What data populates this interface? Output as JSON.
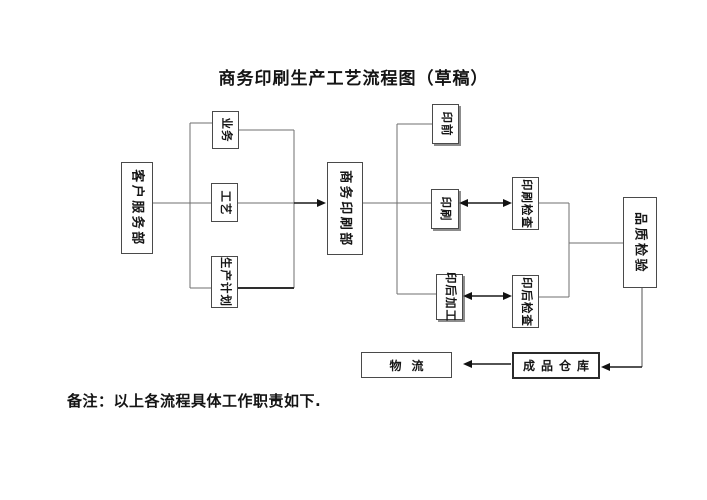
{
  "title": "商务印刷生产工艺流程图（草稿）",
  "note": "备注：以上各流程具体工作职责如下.",
  "colors": {
    "background": "#ffffff",
    "connector_line": "#6f6f6f",
    "box_border": "#4a4a4a",
    "arrow": "#111111",
    "text": "#141414"
  },
  "nodes": {
    "customer_service": {
      "label": "客户服务部",
      "orientation": "vertical"
    },
    "business": {
      "label": "业务",
      "orientation": "vertical"
    },
    "craft": {
      "label": "工艺",
      "orientation": "vertical"
    },
    "production_plan": {
      "label": "生产计划",
      "orientation": "vertical"
    },
    "commercial_printing": {
      "label": "商务印刷部",
      "orientation": "vertical"
    },
    "prepress": {
      "label": "印前",
      "orientation": "vertical"
    },
    "printing": {
      "label": "印刷",
      "orientation": "vertical"
    },
    "postpress": {
      "label": "印后加工",
      "orientation": "vertical"
    },
    "printing_inspection": {
      "label": "印刷检查",
      "orientation": "vertical"
    },
    "postpress_inspection": {
      "label": "印后检查",
      "orientation": "vertical"
    },
    "quality_inspection": {
      "label": "品质检验",
      "orientation": "vertical"
    },
    "logistics": {
      "label": "物流",
      "orientation": "horizontal"
    },
    "finished_warehouse": {
      "label": "成品仓库",
      "orientation": "horizontal"
    }
  },
  "edges": [
    {
      "from": "客户服务部",
      "to": "业务",
      "style": "line"
    },
    {
      "from": "客户服务部",
      "to": "工艺",
      "style": "line"
    },
    {
      "from": "客户服务部",
      "to": "生产计划",
      "style": "line"
    },
    {
      "from": "业务,工艺,生产计划",
      "to": "商务印刷部",
      "style": "arrow"
    },
    {
      "from": "商务印刷部",
      "to": "印前",
      "style": "line"
    },
    {
      "from": "商务印刷部",
      "to": "印刷",
      "style": "line"
    },
    {
      "from": "商务印刷部",
      "to": "印后加工",
      "style": "line"
    },
    {
      "from": "印刷",
      "to": "印刷检查",
      "style": "double-arrow"
    },
    {
      "from": "印后加工",
      "to": "印后检查",
      "style": "double-arrow"
    },
    {
      "from": "印刷检查,印后检查",
      "to": "品质检验",
      "style": "line"
    },
    {
      "from": "品质检验",
      "to": "成品仓库",
      "style": "arrow"
    },
    {
      "from": "成品仓库",
      "to": "物流",
      "style": "arrow"
    }
  ]
}
